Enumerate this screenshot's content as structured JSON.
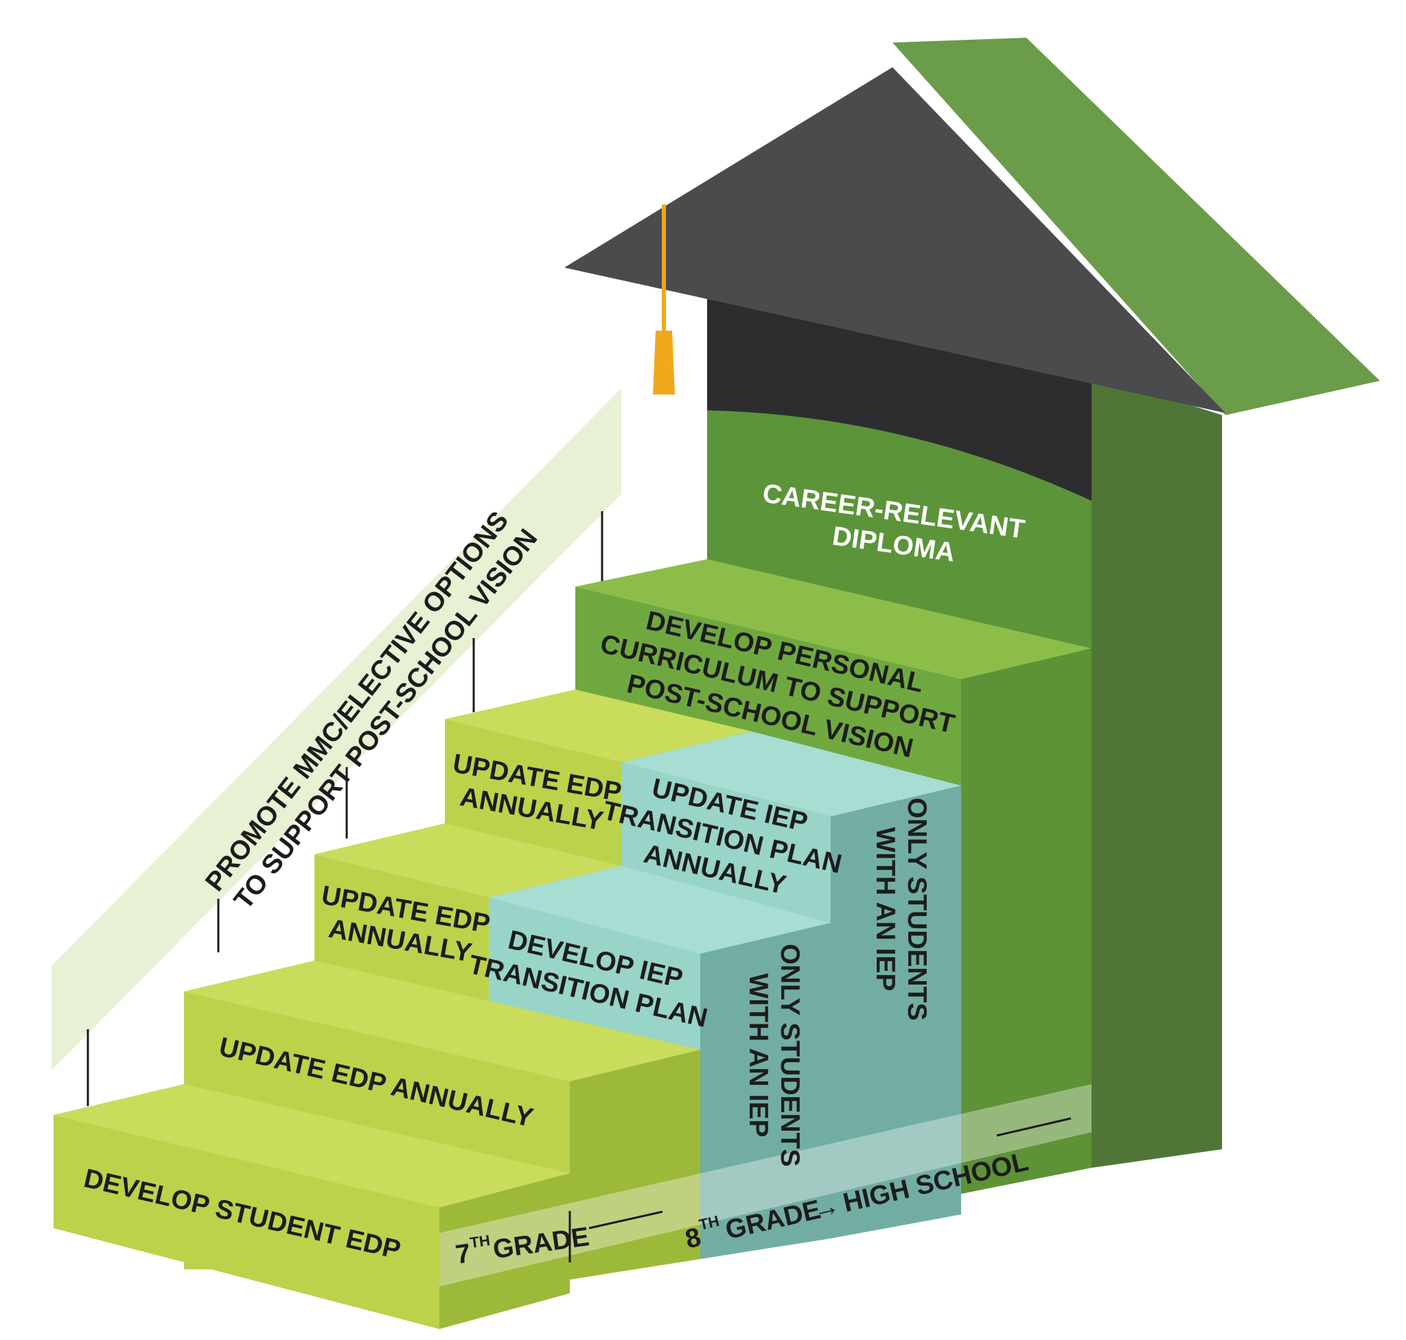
{
  "banner": {
    "line1": "PROMOTE MMC/ELECTIVE OPTIONS",
    "line2": "TO SUPPORT POST-SCHOOL VISION"
  },
  "diploma": {
    "line1": "CAREER-RELEVANT",
    "line2": "DIPLOMA"
  },
  "steps": {
    "step1": "DEVELOP STUDENT EDP",
    "step2": "UPDATE EDP ANNUALLY",
    "step3_line1": "UPDATE EDP",
    "step3_line2": "ANNUALLY",
    "step4_line1": "UPDATE EDP",
    "step4_line2": "ANNUALLY",
    "step5_line1": "DEVELOP PERSONAL",
    "step5_line2": "CURRICULUM TO SUPPORT",
    "step5_line3": "POST-SCHOOL VISION"
  },
  "iep": {
    "develop_line1": "DEVELOP IEP",
    "develop_line2": "TRANSITION PLAN",
    "update_line1": "UPDATE IEP",
    "update_line2": "TRANSITION PLAN",
    "update_line3": "ANNUALLY",
    "only1_line1": "ONLY STUDENTS",
    "only1_line2": "WITH AN IEP",
    "only2_line1": "ONLY STUDENTS",
    "only2_line2": "WITH AN IEP"
  },
  "grades": {
    "seventh_num": "7",
    "seventh_sup": "TH",
    "seventh_word": "GRADE",
    "eighth_num": "8",
    "eighth_sup": "TH",
    "eighth_word": "GRADE",
    "arrow": "→",
    "high_school": "HIGH SCHOOL"
  },
  "colors": {
    "step_front": "#bcd24b",
    "step_side": "#9db93a",
    "iep_front": "#98d4c8",
    "iep_side": "#72ada4",
    "tower": "#5c943a",
    "tower_side": "#4f7637",
    "cap": "#4a4b4d",
    "cap_band": "#2d2d2f",
    "tassel": "#f0a81c",
    "banner": "#e7f1d3"
  }
}
